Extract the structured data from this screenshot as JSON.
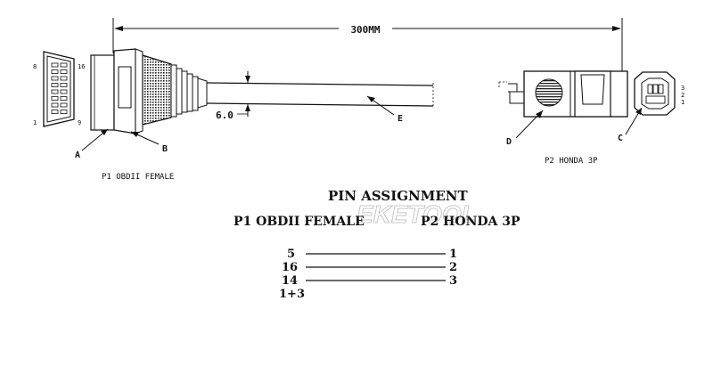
{
  "dimension": {
    "length": "300MM",
    "diameter": "6.0"
  },
  "obd_pins": {
    "top_left": "8",
    "top_right": "16",
    "bottom_left": "1",
    "bottom_right": "9"
  },
  "labels": {
    "a": "A",
    "b": "B",
    "c": "C",
    "d": "D",
    "e": "E"
  },
  "honda_pins": [
    "3",
    "2",
    "1"
  ],
  "captions": {
    "p1": "P1 OBDII FEMALE",
    "p2": "P2 HONDA 3P"
  },
  "watermark": "EKETOOL",
  "pin_assignment": {
    "title": "PIN ASSIGNMENT",
    "left_header": "P1 OBDII FEMALE",
    "right_header": "P2 HONDA 3P",
    "rows": [
      {
        "left": "5",
        "right": "1"
      },
      {
        "left": "16",
        "right": "2"
      },
      {
        "left": "14",
        "right": "3"
      },
      {
        "left": "1+3",
        "right": ""
      }
    ]
  }
}
